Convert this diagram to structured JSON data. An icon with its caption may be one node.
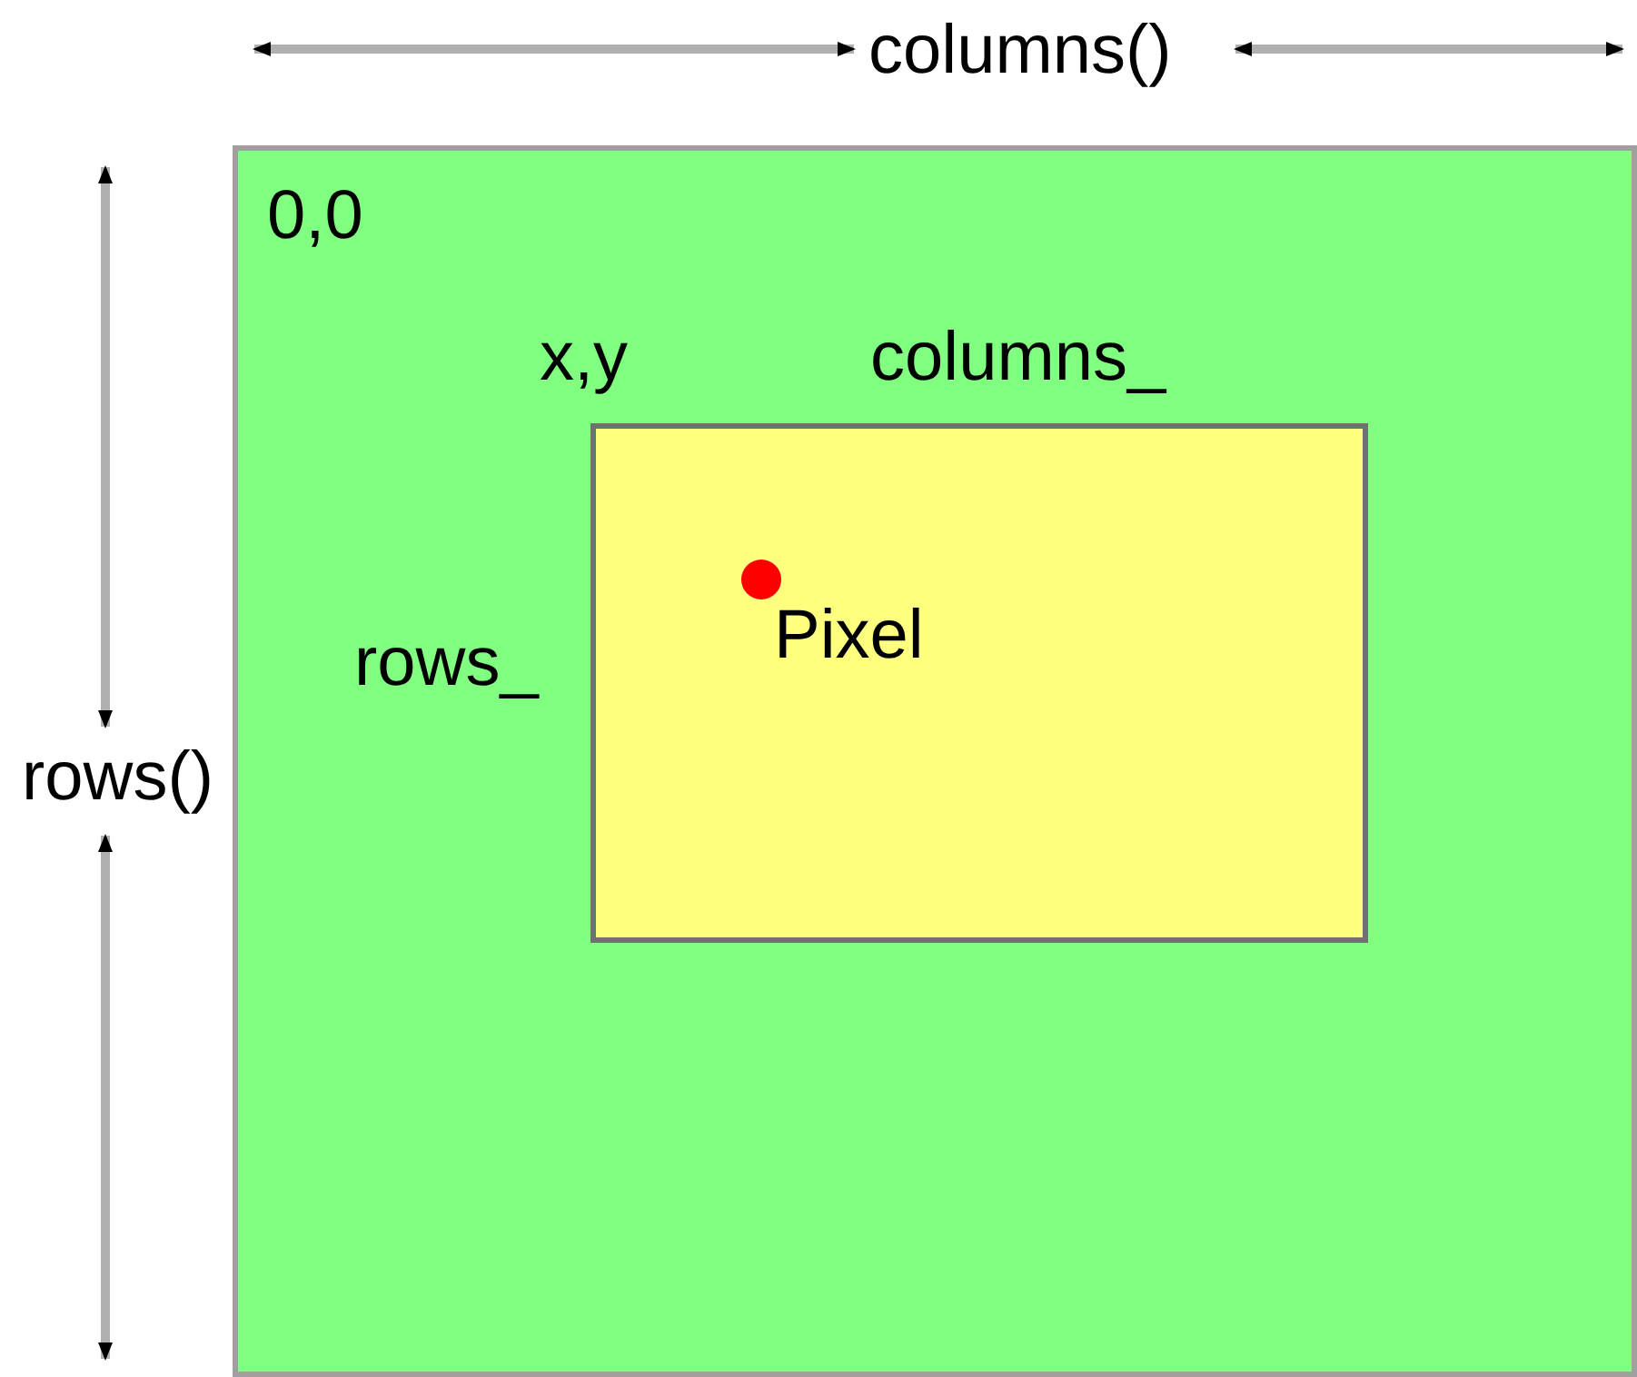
{
  "diagram": {
    "nodes": [
      {
        "text": [
          "0,0"
        ]
      },
      {
        "text": [],
        "shape": "box",
        "in": 0,
        "beside": [
          "x,y",
          "columns_",
          "rows_"
        ]
      },
      {
        "text": [],
        "shape": "circle",
        "in": 1,
        "beside": [
          "Pixel"
        ]
      }
    ],
    "edges": [],
    "labels": [
      "columns()",
      "rows()"
    ]
  }
}
